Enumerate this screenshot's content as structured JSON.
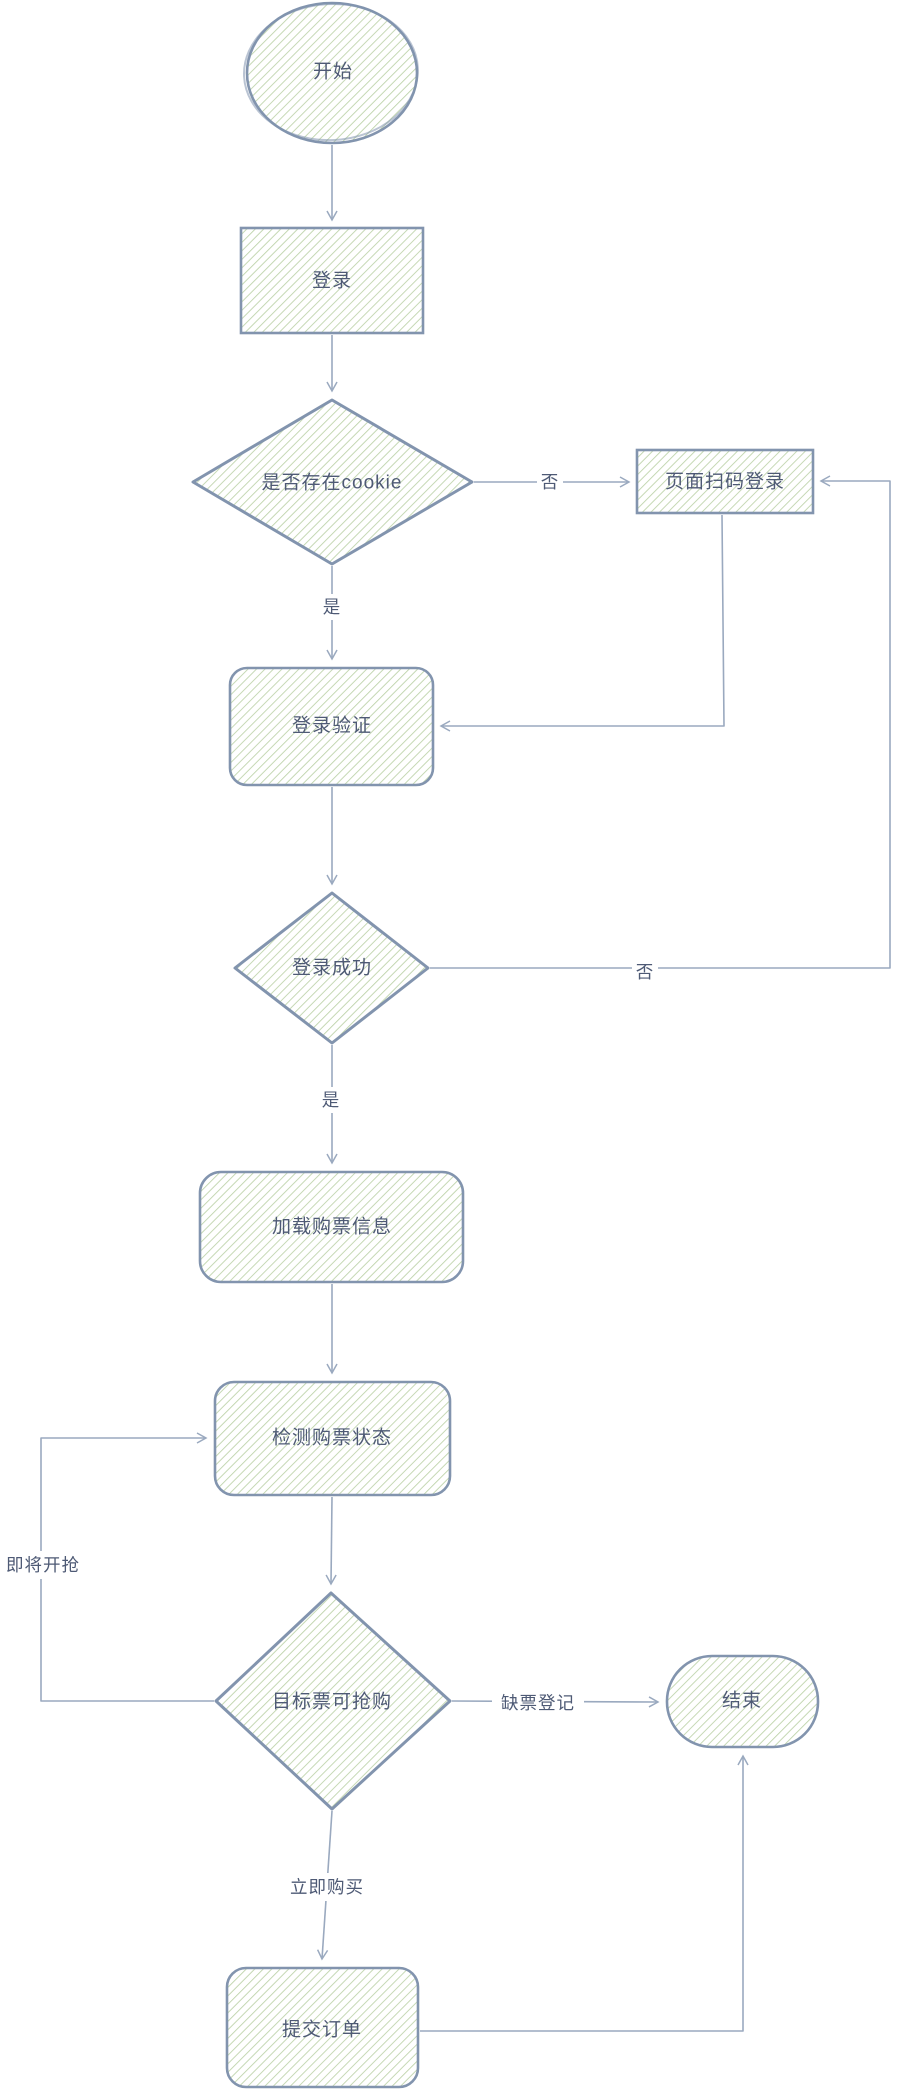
{
  "diagram": {
    "type": "flowchart",
    "style": "hand-drawn-sketch",
    "colors": {
      "background": "#ffffff",
      "shape_stroke": "#8294ae",
      "connector": "#9aa9bf",
      "hatch_fill_green": "#bcd2a8",
      "label_text": "#4e5a75"
    },
    "nodes": [
      {
        "id": "start",
        "shape": "ellipse",
        "label": "开始"
      },
      {
        "id": "login",
        "shape": "rectangle",
        "label": "登录"
      },
      {
        "id": "cookie-check",
        "shape": "diamond",
        "label": "是否存在cookie"
      },
      {
        "id": "qr-login",
        "shape": "rectangle",
        "label": "页面扫码登录"
      },
      {
        "id": "login-verify",
        "shape": "rounded-rectangle",
        "label": "登录验证"
      },
      {
        "id": "login-success",
        "shape": "diamond",
        "label": "登录成功"
      },
      {
        "id": "load-ticket-info",
        "shape": "rounded-rectangle",
        "label": "加载购票信息"
      },
      {
        "id": "check-ticket-status",
        "shape": "rounded-rectangle",
        "label": "检测购票状态"
      },
      {
        "id": "ticket-available",
        "shape": "diamond",
        "label": "目标票可抢购"
      },
      {
        "id": "end",
        "shape": "stadium",
        "label": "结束"
      },
      {
        "id": "submit-order",
        "shape": "rounded-rectangle",
        "label": "提交订单"
      }
    ],
    "edges": [
      {
        "from": "start",
        "to": "login",
        "label": ""
      },
      {
        "from": "login",
        "to": "cookie-check",
        "label": ""
      },
      {
        "from": "cookie-check",
        "to": "qr-login",
        "label": "否"
      },
      {
        "from": "cookie-check",
        "to": "login-verify",
        "label": "是"
      },
      {
        "from": "qr-login",
        "to": "login-verify",
        "label": ""
      },
      {
        "from": "login-verify",
        "to": "login-success",
        "label": ""
      },
      {
        "from": "login-success",
        "to": "qr-login",
        "label": "否"
      },
      {
        "from": "login-success",
        "to": "load-ticket-info",
        "label": "是"
      },
      {
        "from": "load-ticket-info",
        "to": "check-ticket-status",
        "label": ""
      },
      {
        "from": "check-ticket-status",
        "to": "ticket-available",
        "label": ""
      },
      {
        "from": "ticket-available",
        "to": "check-ticket-status",
        "label": "即将开抢"
      },
      {
        "from": "ticket-available",
        "to": "end",
        "label": "缺票登记"
      },
      {
        "from": "ticket-available",
        "to": "submit-order",
        "label": "立即购买"
      },
      {
        "from": "submit-order",
        "to": "end",
        "label": ""
      }
    ]
  }
}
